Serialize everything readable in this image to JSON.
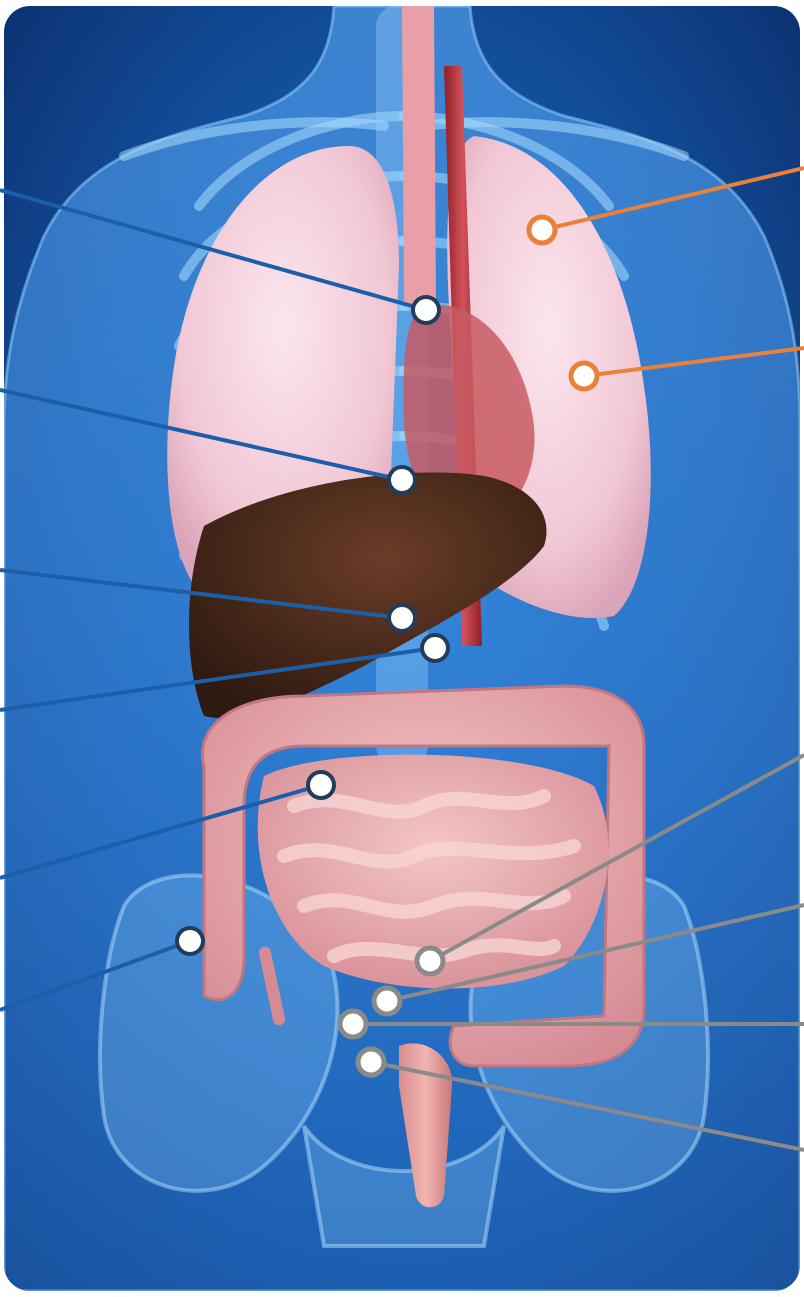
{
  "image": {
    "subject": "anatomical-illustration-human-torso-internal-organs",
    "colors": {
      "background_dark": "#0a2a66",
      "background_light": "#1f6fc4",
      "bone_glow": "#7fc8ff",
      "lung": "#f6d6e0",
      "liver": "#4a2a1c",
      "intestine": "#e6a4a8",
      "aorta": "#b8333a"
    }
  },
  "markers": {
    "colors": {
      "blue": "#1a5fa8",
      "orange": "#e8813a",
      "gray": "#8a8a8a",
      "dot_fill": "#ffffff",
      "dot_stroke_dark": "#233c5a"
    },
    "items": [
      {
        "id": "trachea",
        "color": "blue",
        "side": "left"
      },
      {
        "id": "esophagus",
        "color": "blue",
        "side": "left"
      },
      {
        "id": "stomach",
        "color": "blue",
        "side": "left"
      },
      {
        "id": "pancreas",
        "color": "blue",
        "side": "left"
      },
      {
        "id": "small-intestine",
        "color": "blue",
        "side": "left"
      },
      {
        "id": "ascending-colon",
        "color": "blue",
        "side": "left"
      },
      {
        "id": "left-lung-upper",
        "color": "orange",
        "side": "right"
      },
      {
        "id": "left-lung-lower",
        "color": "orange",
        "side": "right"
      },
      {
        "id": "ileum",
        "color": "gray",
        "side": "right"
      },
      {
        "id": "cecum",
        "color": "gray",
        "side": "right"
      },
      {
        "id": "appendix",
        "color": "gray",
        "side": "right"
      },
      {
        "id": "rectum",
        "color": "gray",
        "side": "right"
      }
    ]
  }
}
